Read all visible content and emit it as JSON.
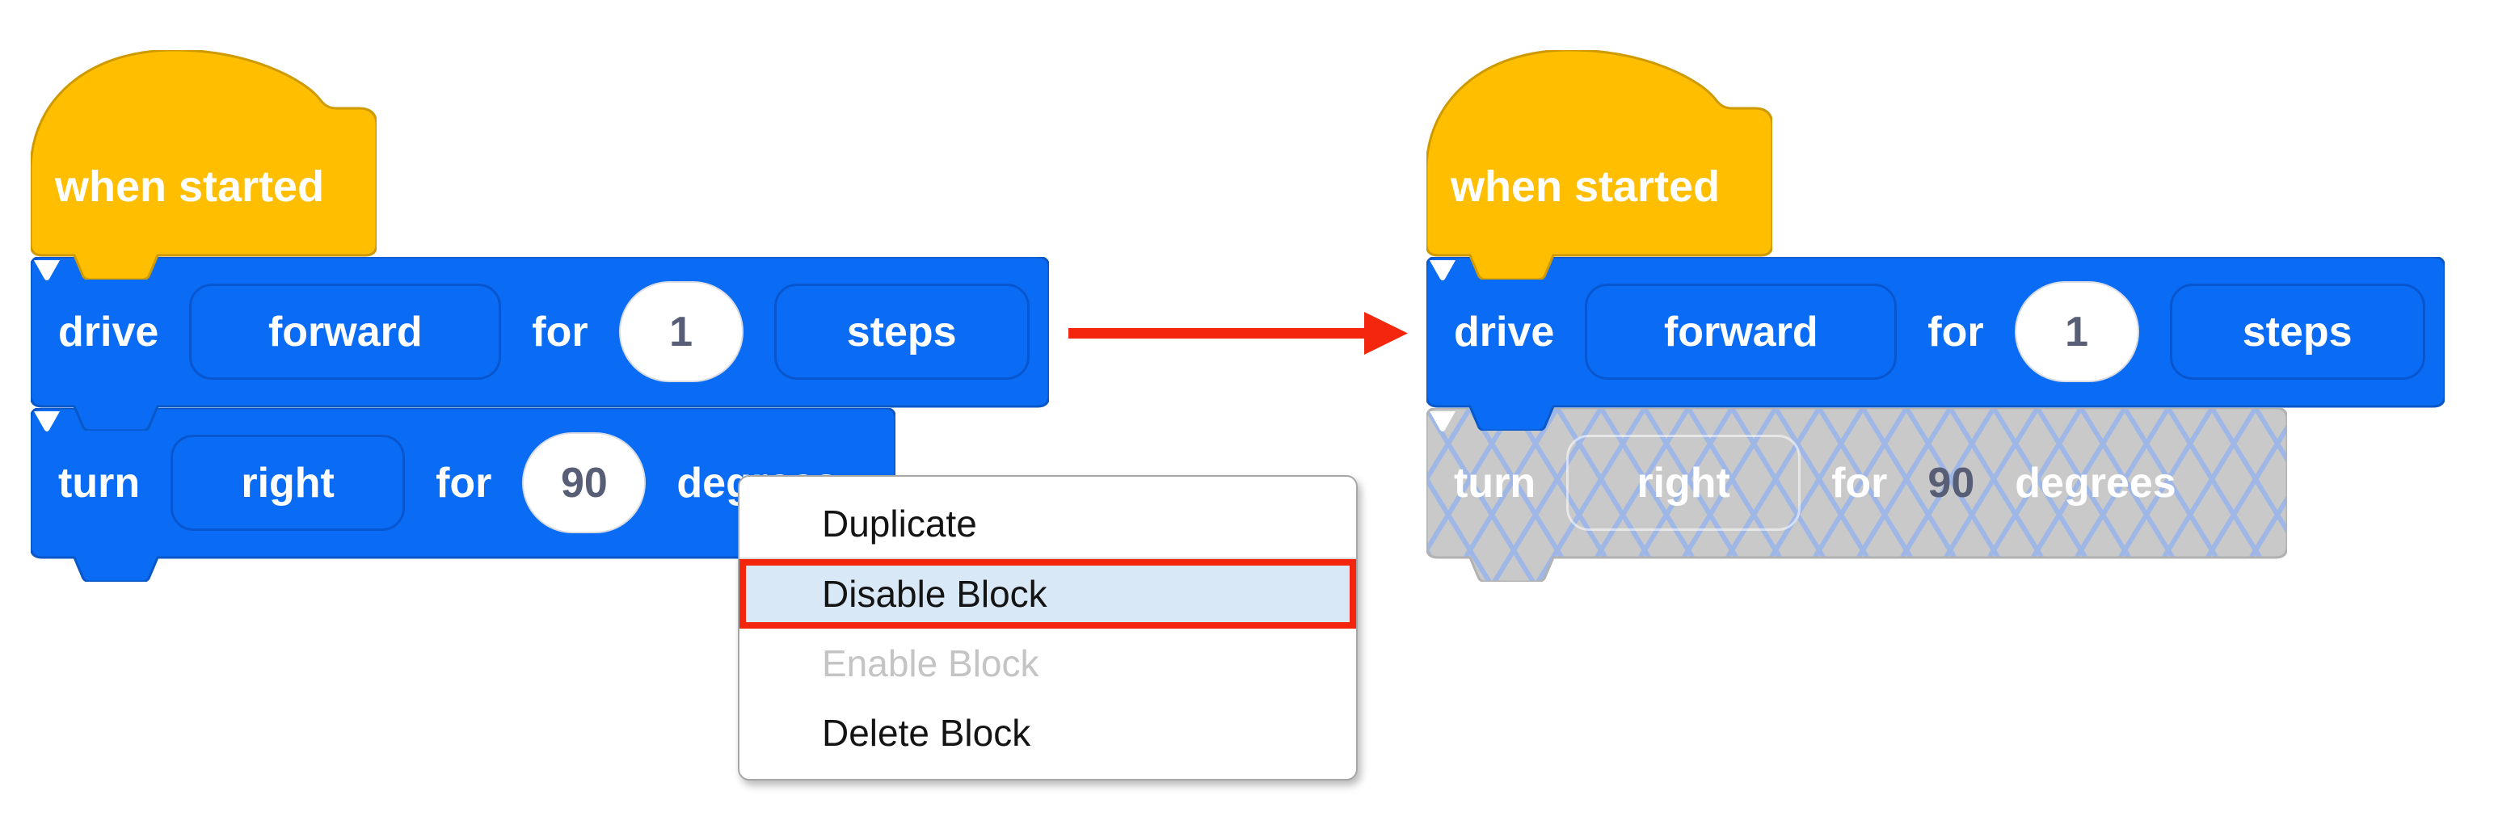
{
  "left_script": {
    "hat": {
      "label": "when started"
    },
    "drive_block": {
      "verb": "drive",
      "direction": "forward",
      "preposition": "for",
      "value": "1",
      "unit": "steps"
    },
    "turn_block": {
      "verb": "turn",
      "direction": "right",
      "preposition": "for",
      "value": "90",
      "unit": "degrees"
    }
  },
  "right_script": {
    "hat": {
      "label": "when started"
    },
    "drive_block": {
      "verb": "drive",
      "direction": "forward",
      "preposition": "for",
      "value": "1",
      "unit": "steps"
    },
    "turn_block": {
      "verb": "turn",
      "direction": "right",
      "preposition": "for",
      "value": "90",
      "unit": "degrees",
      "state": "disabled"
    }
  },
  "context_menu": {
    "items": [
      {
        "label": "Duplicate",
        "state": "normal"
      },
      {
        "label": "Disable Block",
        "state": "highlighted"
      },
      {
        "label": "Enable Block",
        "state": "disabled"
      },
      {
        "label": "Delete Block",
        "state": "normal"
      }
    ]
  },
  "colors": {
    "block_blue": "#0a6cf5",
    "block_blue_stroke": "#0a57c8",
    "hat_yellow": "#ffbe00",
    "hat_yellow_stroke": "#cf9a00",
    "disabled_gray": "#c9c9c9",
    "disabled_stroke": "#b2b2b2",
    "hatch_blue": "#9fb7e6",
    "value_text": "#575e75",
    "menu_highlight_bg": "#d9e8f6",
    "highlight_red": "#f3260d",
    "arrow_red": "#f4270e"
  }
}
